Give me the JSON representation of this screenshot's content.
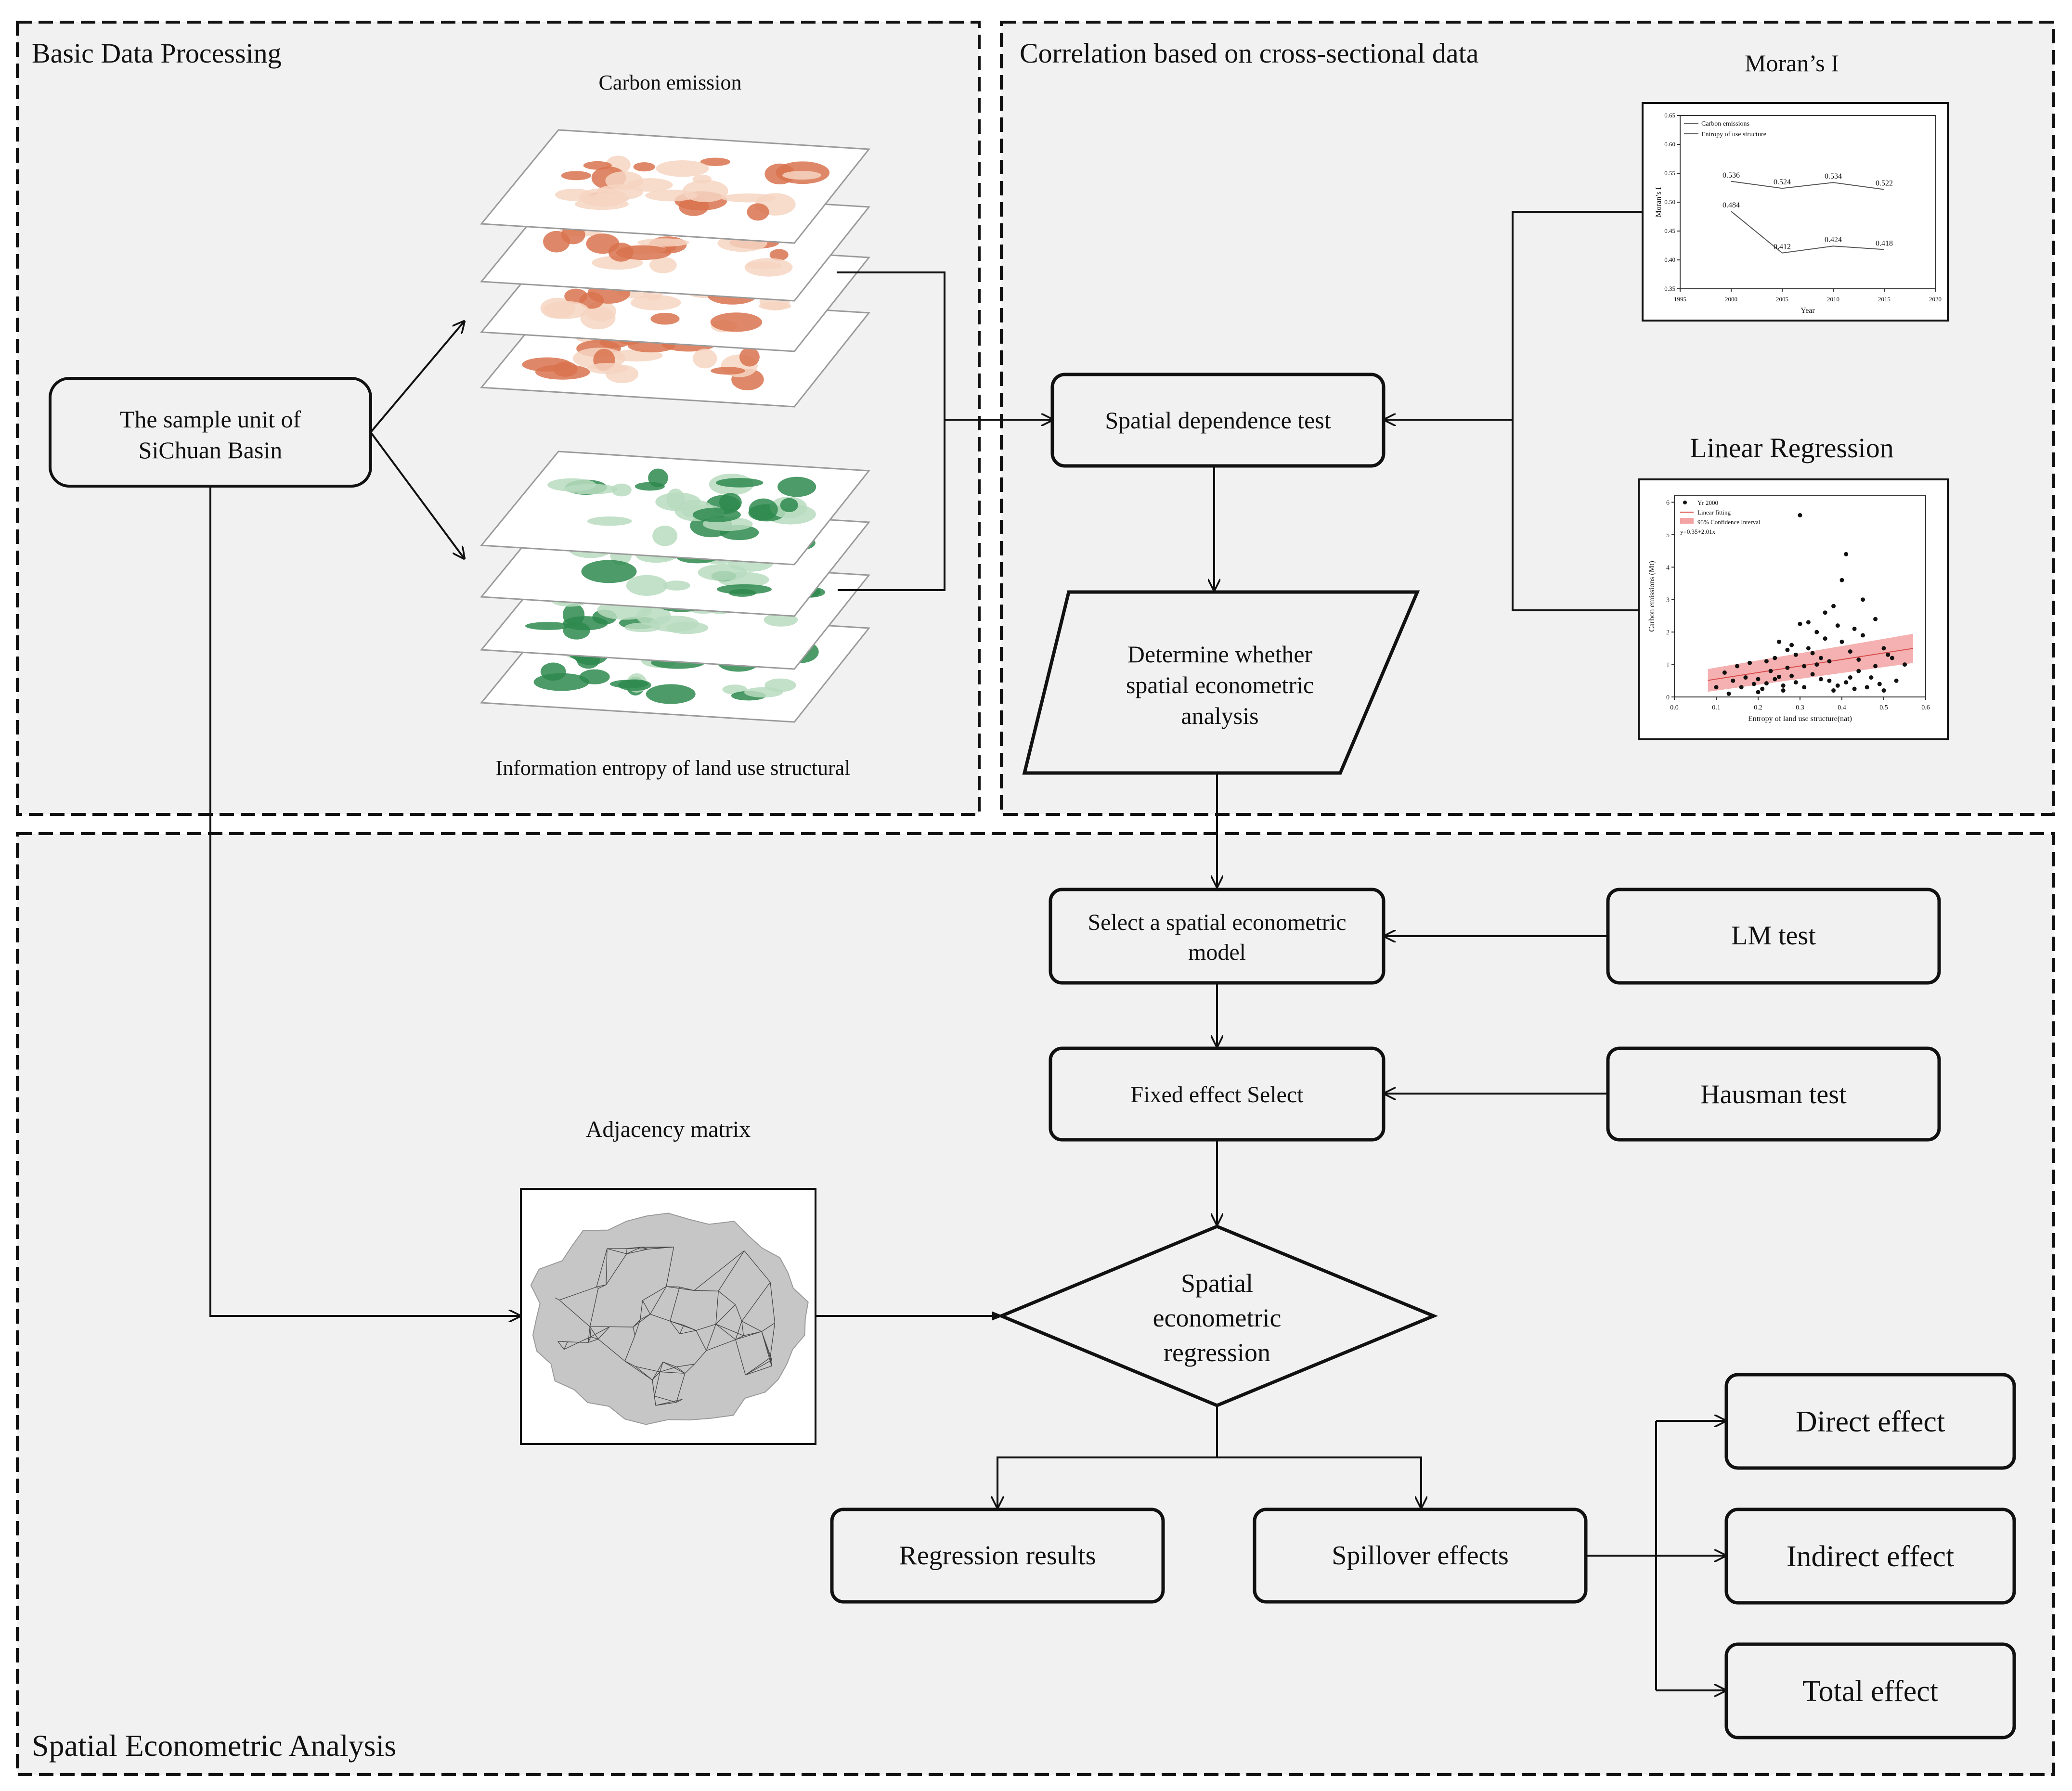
{
  "colors": {
    "panel_bg": "#f1f1f1",
    "border": "#111111",
    "carbon_light": "#f6d5c2",
    "carbon_dark": "#d9734f",
    "landuse_light": "#b9dcc0",
    "landuse_dark": "#2e8a4d",
    "adjacency_fill": "#c6c6c6",
    "ci_band": "#f3a3a3",
    "fit_line": "#d94b4b"
  },
  "panels": {
    "basic": "Basic Data Processing",
    "correlation": "Correlation based on cross-sectional data",
    "spatial": "Spatial Econometric Analysis"
  },
  "basic": {
    "sample_unit": [
      "The sample unit of",
      "SiChuan Basin"
    ],
    "carbon_label": "Carbon emission",
    "entropy_label": "Information entropy of land use structural"
  },
  "correlation": {
    "spatial_dependence": "Spatial dependence test",
    "determine": [
      "Determine whether",
      "spatial econometric",
      "analysis"
    ],
    "morans_title": "Moran’s I",
    "linear_title": "Linear Regression"
  },
  "spatial": {
    "select_model": [
      "Select a spatial econometric",
      "model"
    ],
    "lm_test": "LM test",
    "fixed_effect": "Fixed effect Select",
    "hausman": "Hausman test",
    "adjacency": "Adjacency matrix",
    "regression": [
      "Spatial",
      "econometric",
      "regression"
    ],
    "regression_results": "Regression results",
    "spillover": "Spillover effects",
    "direct": "Direct effect",
    "indirect": "Indirect effect",
    "total": "Total effect"
  },
  "chart_data": [
    {
      "type": "line",
      "ylabel": "Moran’s I",
      "xlabel": "Year",
      "x": [
        2000,
        2005,
        2010,
        2015
      ],
      "xticks": [
        "1995",
        "2000",
        "2005",
        "2010",
        "2015",
        "2020"
      ],
      "yticks": [
        "0.35",
        "0.40",
        "0.45",
        "0.50",
        "0.55",
        "0.60",
        "0.65"
      ],
      "xlim": [
        1995,
        2020
      ],
      "ylim": [
        0.35,
        0.65
      ],
      "series": [
        {
          "name": "Carbon emissions",
          "values": [
            0.536,
            0.524,
            0.534,
            0.522
          ],
          "labels": [
            "0.536",
            "0.524",
            "0.534",
            "0.522"
          ]
        },
        {
          "name": "Entropy of use structure",
          "values": [
            0.484,
            0.412,
            0.424,
            0.418
          ],
          "labels": [
            "0.484",
            "0.412",
            "0.424",
            "0.418"
          ]
        }
      ]
    },
    {
      "type": "scatter",
      "ylabel": "Carbon emissions (Mt)",
      "xlabel": "Entropy of land use structure(nat)",
      "xlim": [
        0.0,
        0.6
      ],
      "ylim": [
        0,
        6.2
      ],
      "xticks": [
        "0.0",
        "0.1",
        "0.2",
        "0.3",
        "0.4",
        "0.5",
        "0.6"
      ],
      "yticks": [
        "0",
        "1",
        "2",
        "3",
        "4",
        "5",
        "6"
      ],
      "legend": [
        "Yr 2000",
        "Linear fitting",
        "95% Confidence Interval",
        "y=0.35+2.01x"
      ],
      "fit": {
        "intercept": 0.35,
        "slope": 2.01
      },
      "points": [
        [
          0.12,
          0.75
        ],
        [
          0.15,
          0.95
        ],
        [
          0.18,
          1.05
        ],
        [
          0.2,
          0.55
        ],
        [
          0.22,
          0.42
        ],
        [
          0.25,
          0.62
        ],
        [
          0.28,
          1.6
        ],
        [
          0.3,
          2.25
        ],
        [
          0.32,
          2.3
        ],
        [
          0.35,
          1.2
        ],
        [
          0.38,
          2.8
        ],
        [
          0.4,
          3.6
        ],
        [
          0.41,
          4.4
        ],
        [
          0.43,
          2.1
        ],
        [
          0.45,
          3.0
        ],
        [
          0.48,
          2.4
        ],
        [
          0.5,
          1.5
        ],
        [
          0.3,
          5.6
        ],
        [
          0.36,
          1.8
        ],
        [
          0.42,
          1.4
        ],
        [
          0.27,
          0.9
        ],
        [
          0.33,
          0.7
        ],
        [
          0.19,
          0.4
        ],
        [
          0.24,
          1.2
        ],
        [
          0.34,
          1.0
        ],
        [
          0.37,
          0.5
        ],
        [
          0.44,
          0.8
        ],
        [
          0.47,
          0.6
        ],
        [
          0.52,
          1.2
        ],
        [
          0.55,
          1.0
        ],
        [
          0.16,
          0.3
        ],
        [
          0.21,
          0.25
        ],
        [
          0.26,
          0.35
        ],
        [
          0.29,
          0.45
        ],
        [
          0.31,
          0.3
        ],
        [
          0.39,
          0.35
        ],
        [
          0.46,
          0.3
        ],
        [
          0.49,
          0.4
        ],
        [
          0.17,
          0.6
        ],
        [
          0.23,
          0.8
        ],
        [
          0.39,
          2.2
        ],
        [
          0.36,
          2.6
        ],
        [
          0.29,
          1.3
        ],
        [
          0.32,
          1.5
        ],
        [
          0.4,
          1.7
        ],
        [
          0.45,
          1.9
        ],
        [
          0.51,
          1.3
        ],
        [
          0.28,
          0.65
        ],
        [
          0.35,
          0.55
        ],
        [
          0.41,
          0.45
        ],
        [
          0.43,
          0.25
        ],
        [
          0.26,
          0.2
        ],
        [
          0.22,
          1.1
        ],
        [
          0.31,
          0.95
        ],
        [
          0.37,
          1.1
        ],
        [
          0.33,
          1.35
        ],
        [
          0.27,
          1.45
        ],
        [
          0.44,
          1.15
        ],
        [
          0.48,
          0.95
        ],
        [
          0.14,
          0.5
        ],
        [
          0.1,
          0.3
        ],
        [
          0.13,
          0.1
        ],
        [
          0.2,
          0.15
        ],
        [
          0.25,
          1.7
        ],
        [
          0.38,
          0.2
        ],
        [
          0.42,
          0.6
        ],
        [
          0.5,
          0.2
        ],
        [
          0.53,
          0.5
        ],
        [
          0.34,
          2.0
        ],
        [
          0.24,
          0.55
        ]
      ]
    }
  ]
}
